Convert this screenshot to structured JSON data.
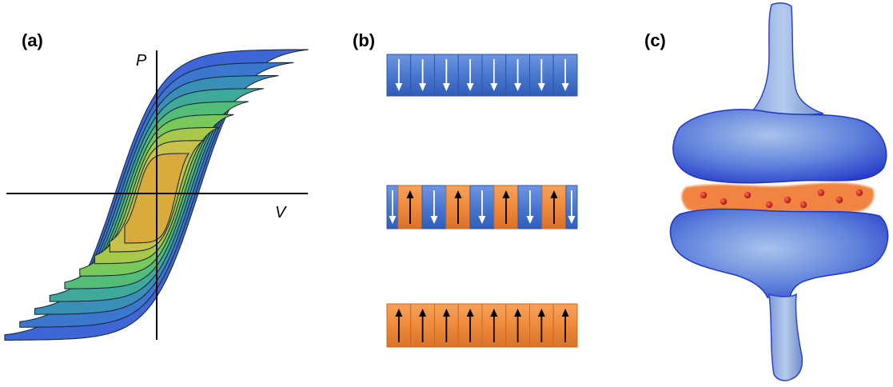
{
  "panels": {
    "a": {
      "label": "(a)",
      "axis_y": "P",
      "axis_x": "V"
    },
    "b": {
      "label": "(b)"
    },
    "c": {
      "label": "(c)"
    }
  },
  "loops": {
    "count": 9,
    "fill_colors": [
      "#3f66d6",
      "#3b76cf",
      "#3a8fb8",
      "#3fa99a",
      "#53bd78",
      "#79c85a",
      "#a6c94a",
      "#c9c24a",
      "#d9aa3c"
    ]
  },
  "strips": {
    "top": {
      "cells": [
        "down",
        "down",
        "down",
        "down",
        "down",
        "down",
        "down",
        "down"
      ]
    },
    "middle": {
      "cells": [
        "down",
        "up",
        "down",
        "up",
        "down",
        "up",
        "down",
        "up",
        "down"
      ]
    },
    "bottom": {
      "cells": [
        "up",
        "up",
        "up",
        "up",
        "up",
        "up",
        "up",
        "up"
      ]
    }
  },
  "colors": {
    "domain_down": "#4a78cf",
    "domain_up": "#ef8a3a",
    "synapse_blue": "#2f56d8",
    "cleft_orange": "#f0843f",
    "vesicle_red": "#cc1a12"
  },
  "vesicles": 9
}
